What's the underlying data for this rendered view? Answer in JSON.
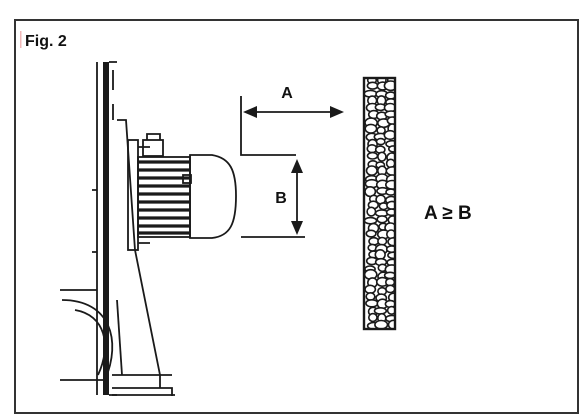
{
  "figure": {
    "caption": "Fig. 2",
    "label_a": "A",
    "label_b": "B",
    "formula": "A ≥ B"
  },
  "colors": {
    "ink": "#1a1a1a",
    "frame": "#333333",
    "caption_accent": "#f0b8b8",
    "pebble_fill": "#ffffff"
  }
}
